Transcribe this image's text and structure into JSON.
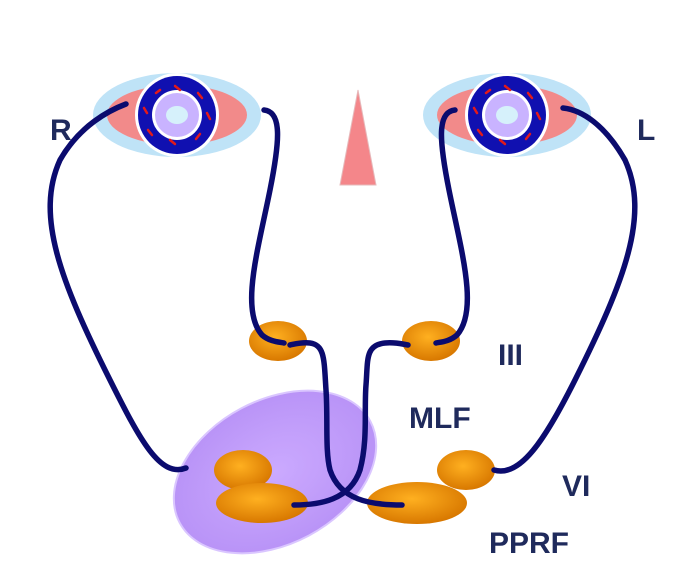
{
  "labels": {
    "right_eye": "R",
    "left_eye": "L",
    "cn3": "III",
    "mlf": "MLF",
    "cn6": "VI",
    "pprf": "PPRF"
  },
  "colors": {
    "pathway": "#0b0b6e",
    "nucleus": "#e88a00",
    "lesion": "#c8a2ff",
    "sclera": "#f28a8a",
    "eye_halo": "#bfe3f7",
    "iris": "#1010b0",
    "pupil": "#c9b3ff",
    "nose_marker": "#f4868a"
  }
}
